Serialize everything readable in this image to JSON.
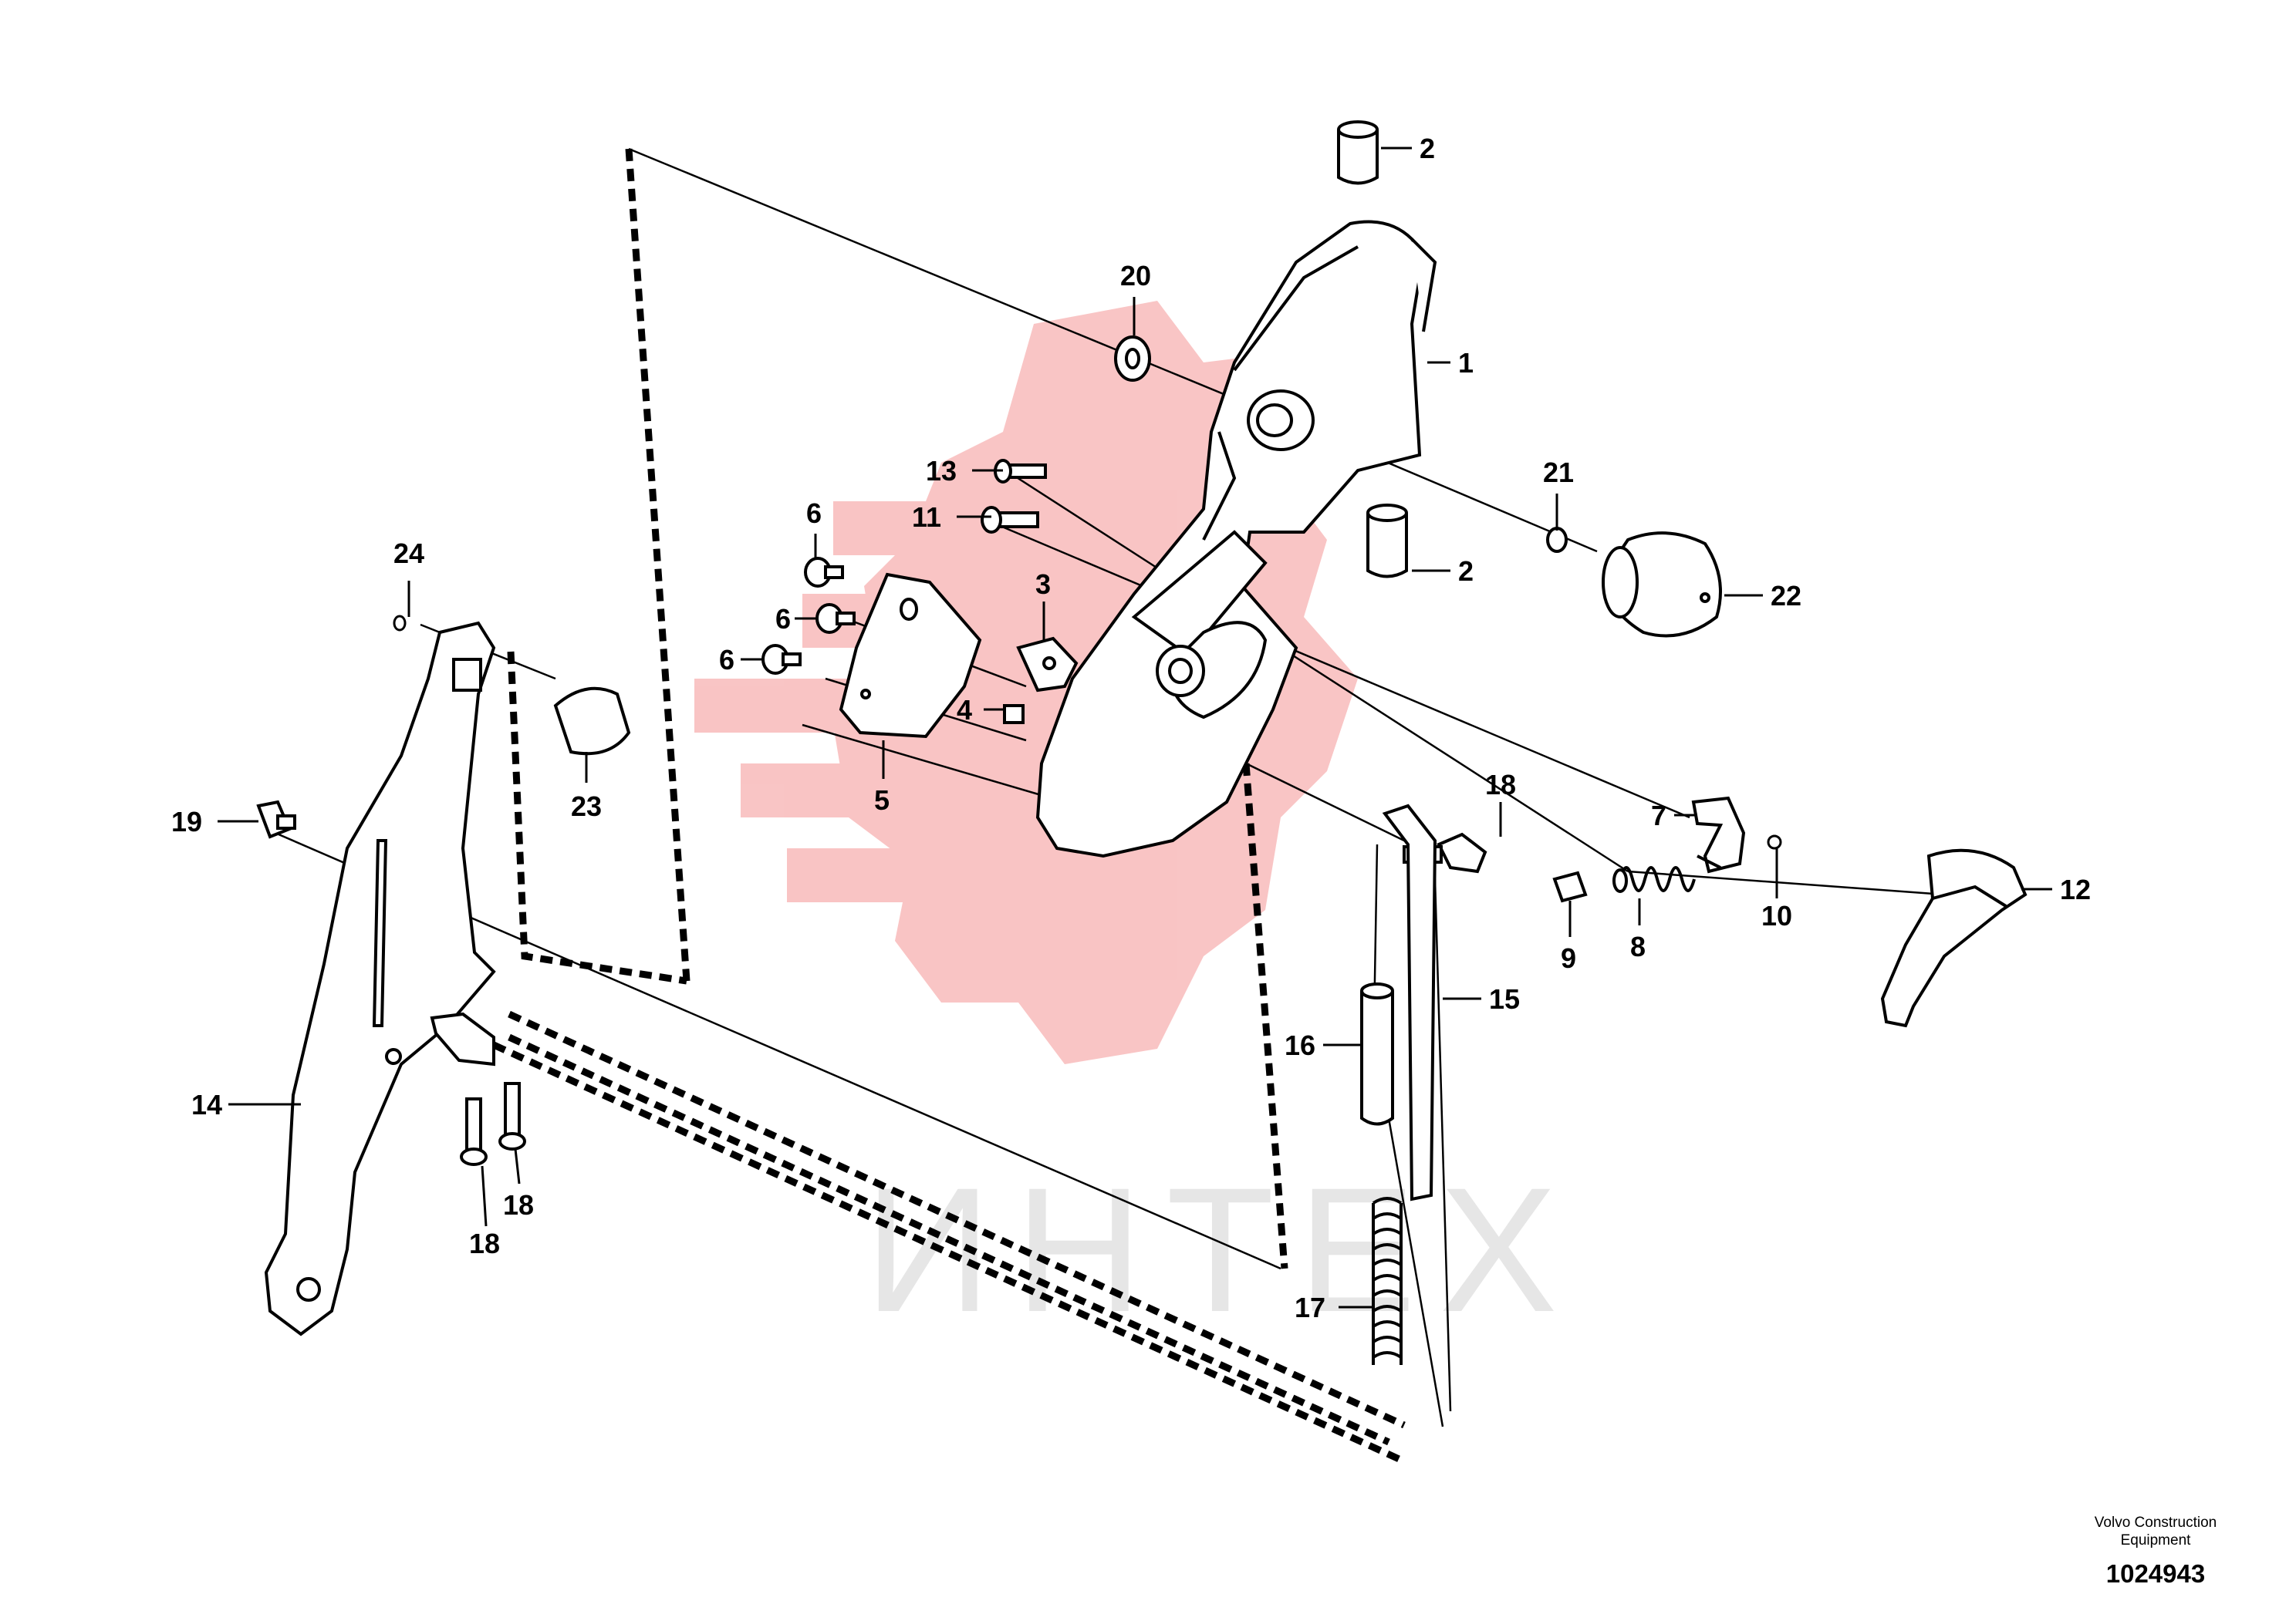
{
  "diagram": {
    "part_labels": [
      {
        "id": "label-1",
        "text": "1"
      },
      {
        "id": "label-2a",
        "text": "2"
      },
      {
        "id": "label-2b",
        "text": "2"
      },
      {
        "id": "label-3",
        "text": "3"
      },
      {
        "id": "label-4",
        "text": "4"
      },
      {
        "id": "label-5",
        "text": "5"
      },
      {
        "id": "label-6a",
        "text": "6"
      },
      {
        "id": "label-6b",
        "text": "6"
      },
      {
        "id": "label-6c",
        "text": "6"
      },
      {
        "id": "label-7",
        "text": "7"
      },
      {
        "id": "label-8",
        "text": "8"
      },
      {
        "id": "label-9",
        "text": "9"
      },
      {
        "id": "label-10",
        "text": "10"
      },
      {
        "id": "label-11",
        "text": "11"
      },
      {
        "id": "label-12",
        "text": "12"
      },
      {
        "id": "label-13",
        "text": "13"
      },
      {
        "id": "label-14",
        "text": "14"
      },
      {
        "id": "label-15",
        "text": "15"
      },
      {
        "id": "label-16",
        "text": "16"
      },
      {
        "id": "label-17",
        "text": "17"
      },
      {
        "id": "label-18a",
        "text": "18"
      },
      {
        "id": "label-18b",
        "text": "18"
      },
      {
        "id": "label-18c",
        "text": "18"
      },
      {
        "id": "label-19",
        "text": "19"
      },
      {
        "id": "label-20",
        "text": "20"
      },
      {
        "id": "label-21",
        "text": "21"
      },
      {
        "id": "label-22",
        "text": "22"
      },
      {
        "id": "label-23",
        "text": "23"
      },
      {
        "id": "label-24",
        "text": "24"
      }
    ],
    "watermark_text": "ИНТЕХ",
    "watermark_color": "#f2a0a0",
    "line_color": "#000000"
  },
  "footer": {
    "manufacturer": "Volvo Construction Equipment",
    "document_number": "1024943"
  }
}
